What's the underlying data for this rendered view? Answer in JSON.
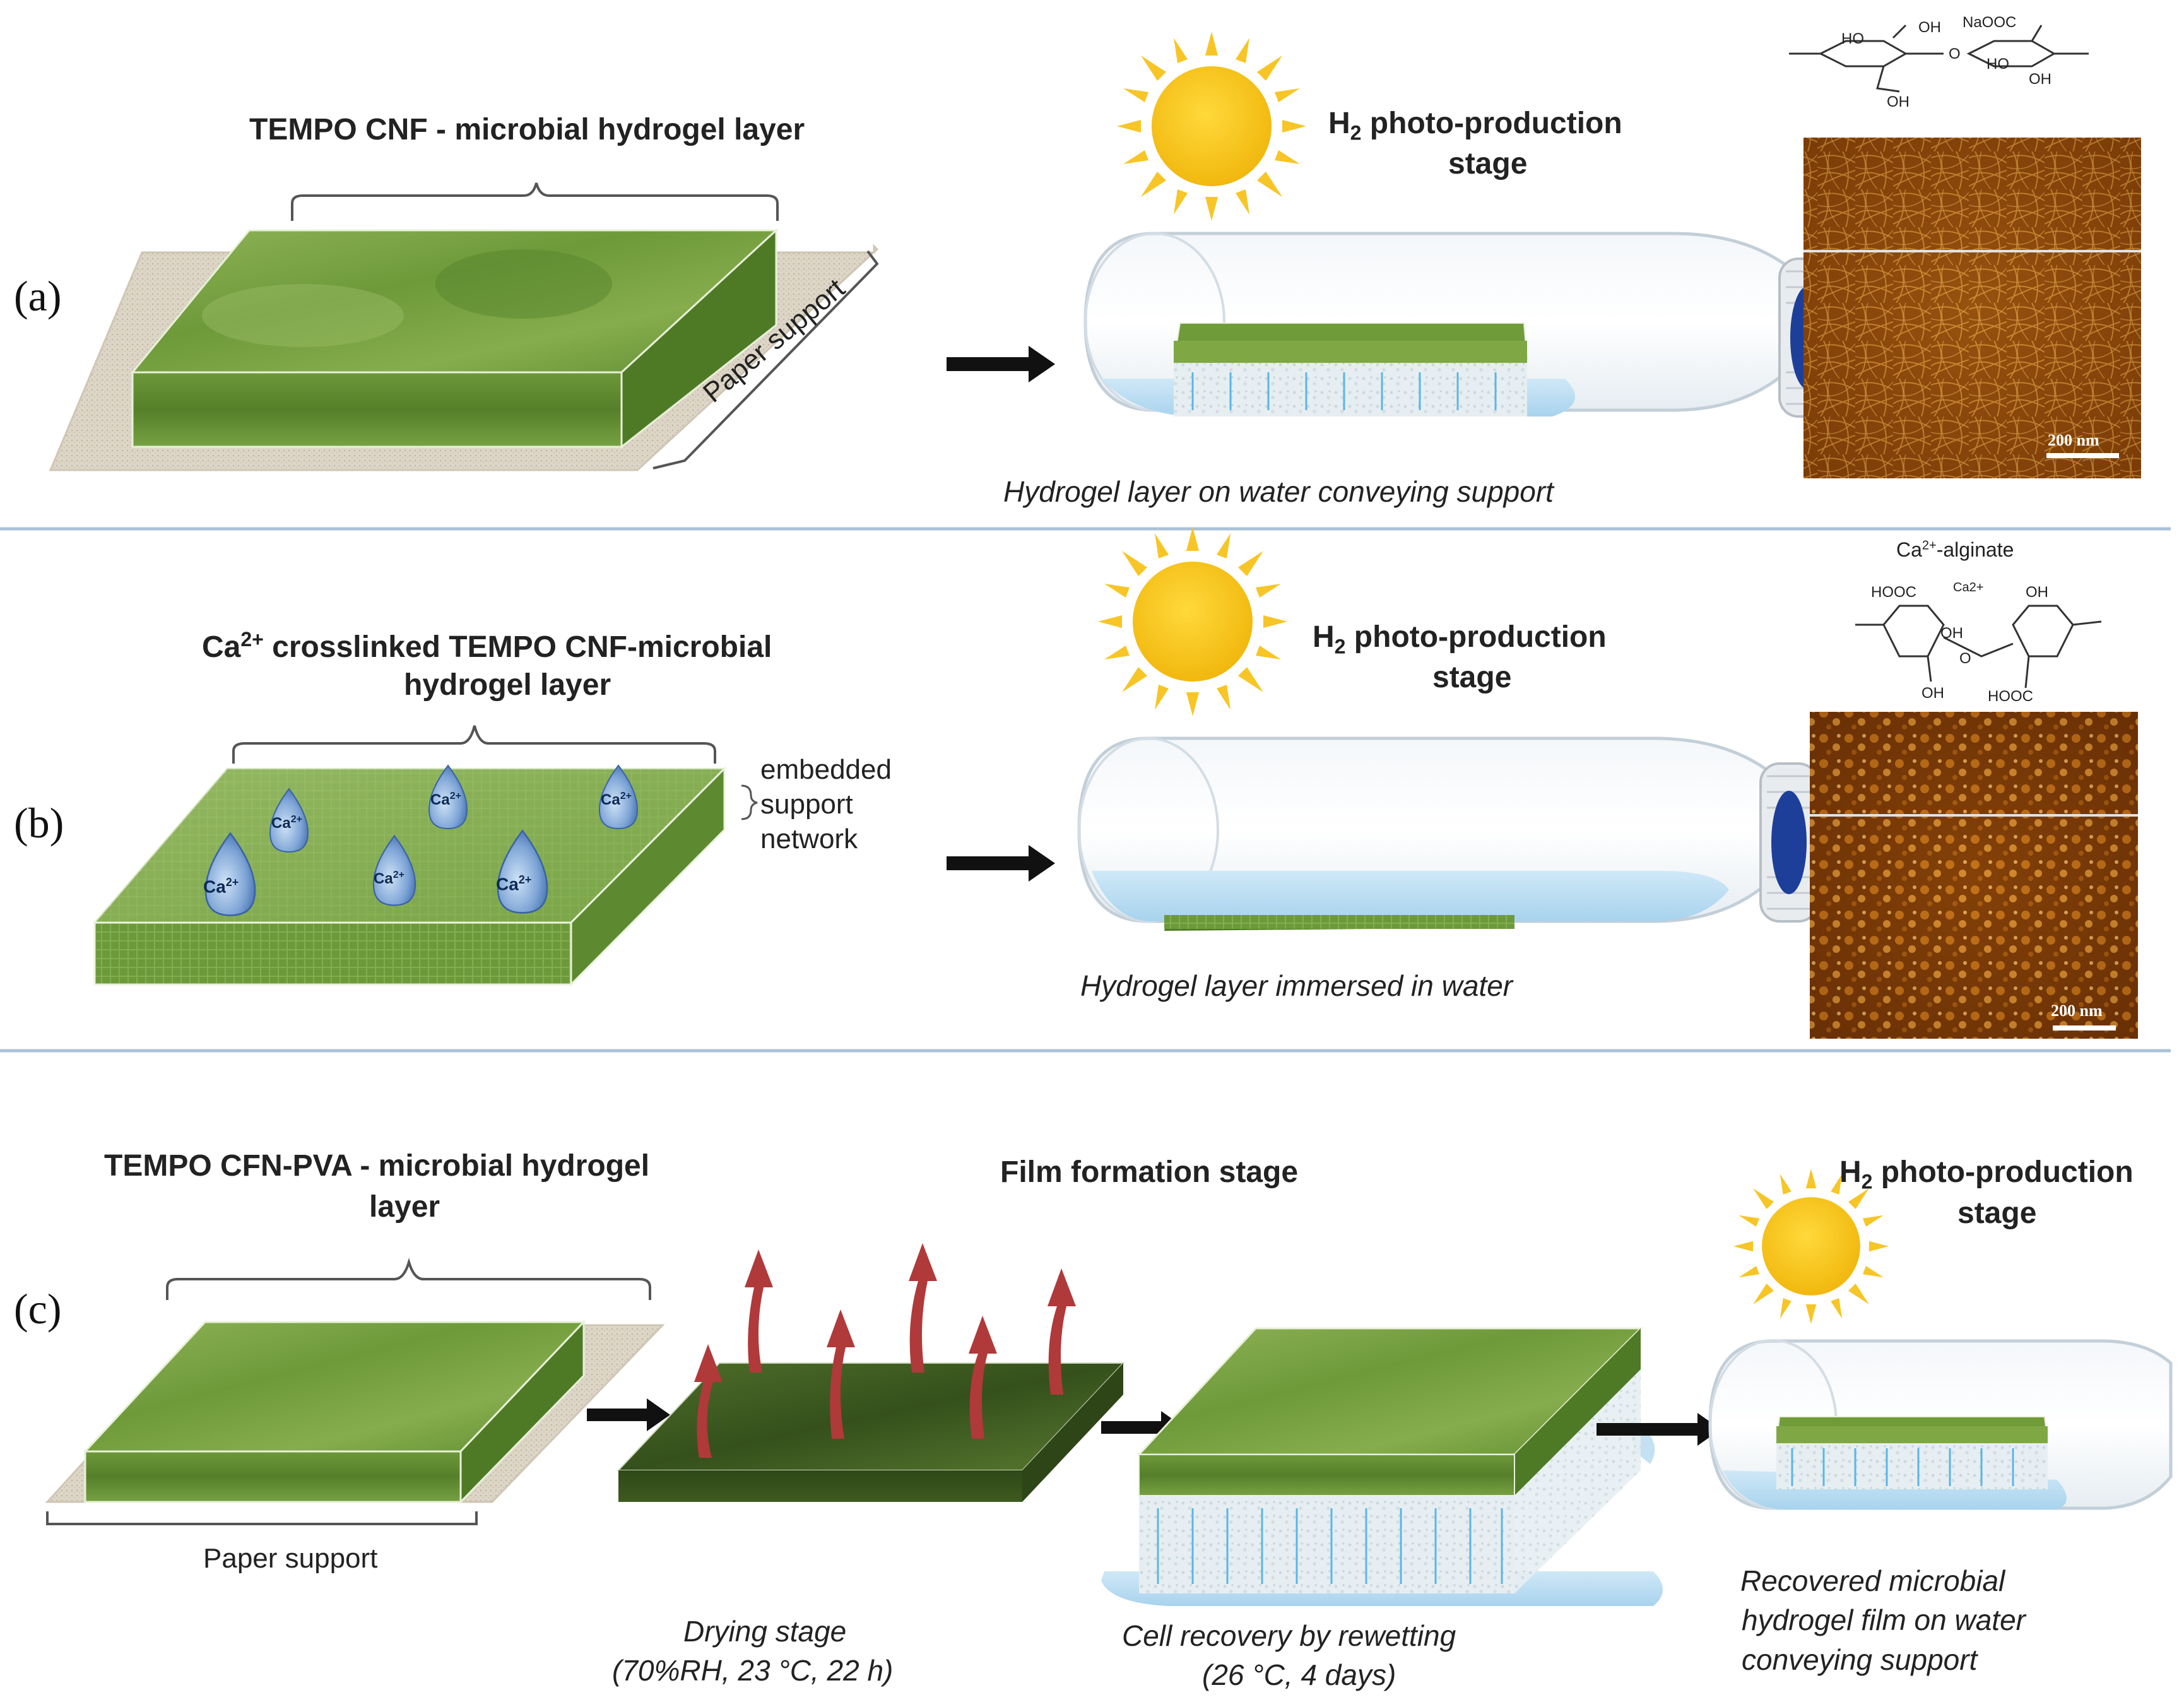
{
  "panels": {
    "a": {
      "label": "(a)",
      "layer_title": "TEMPO CNF - microbial hydrogel layer",
      "support_label": "Paper support",
      "stage_title_main": "H",
      "stage_title_sub": "2",
      "stage_title_rest": " photo-production",
      "stage_title_line2": "stage",
      "caption": "Hydrogel  layer on water conveying support",
      "chem_labels": [
        "HO",
        "OH",
        "NaOOC",
        "HO",
        "O",
        "OH",
        "OH"
      ],
      "scale_bar": "200 nm"
    },
    "b": {
      "label": "(b)",
      "layer_title_line1": "Ca2+ crosslinked TEMPO CNF-microbial",
      "layer_title_line2": "hydrogel layer",
      "layer_title_main": "Ca",
      "layer_title_sup": "2+",
      "layer_title_rest": " crosslinked TEMPO CNF-microbial",
      "support_note": [
        "embedded",
        "support",
        "network"
      ],
      "ion_main": "Ca",
      "ion_sup": "2+",
      "stage_title_main": "H",
      "stage_title_sub": "2",
      "stage_title_rest": " photo-production",
      "stage_title_line2": "stage",
      "caption": "Hydrogel layer immersed in water",
      "chem_title_main": "Ca",
      "chem_title_sup": "2+",
      "chem_title_rest": "-alginate",
      "chem_labels": [
        "HOOC",
        "Ca2+",
        "OH",
        "OH",
        "O",
        "OH",
        "HOOC"
      ],
      "scale_bar": "200 nm"
    },
    "c": {
      "label": "(c)",
      "layer_title_line1": "TEMPO CFN-PVA - microbial hydrogel",
      "layer_title_line2": "layer",
      "support_label": "Paper support",
      "film_title": "Film formation stage",
      "drying_line1": "Drying stage",
      "drying_line2": "(70%RH, 23 °C, 22 h)",
      "recovery_line1": "Cell recovery by rewetting",
      "recovery_line2": "(26 °C, 4 days)",
      "stage_title_main": "H",
      "stage_title_sub": "2",
      "stage_title_rest": " photo-production",
      "stage_title_line2": "stage",
      "final_line1": "Recovered microbial",
      "final_line2": "hydrogel film on water",
      "final_line3": "conveying support"
    }
  },
  "colors": {
    "gel_top": "#7fa64a",
    "gel_side": "#5a8a2e",
    "gel_dark": "#3f5e22",
    "paper": "#d9d2c4",
    "water": "#bfe0f3",
    "sun": "#f6c21a",
    "sun_ray": "#f7c525",
    "cap": "#1d3f9a",
    "afm_dark": "#5a2a05",
    "afm_light": "#e3a23a",
    "steam": "#b0393a",
    "divider": "#a9c2d8"
  },
  "icons": [
    "sun-icon",
    "bottle-icon",
    "arrow-right-icon",
    "drop-icon",
    "steam-arrow-icon",
    "molecule-icon"
  ]
}
